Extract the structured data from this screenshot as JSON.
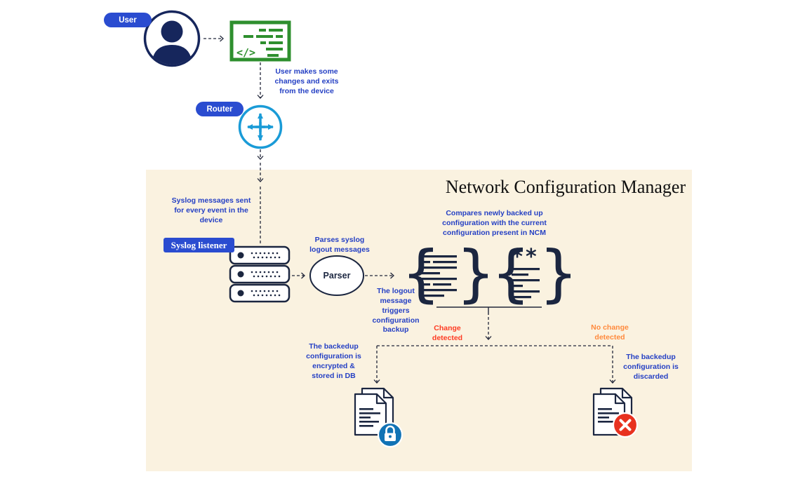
{
  "title": "Network Configuration Manager",
  "nodes": {
    "user": "User",
    "router": "Router",
    "syslog_listener": "Syslog listener",
    "parser": "Parser"
  },
  "annotations": {
    "user_changes": "User makes some changes and exits from the device",
    "syslog_messages": "Syslog messages sent for every event in the device",
    "parses_syslog": "Parses syslog logout messages",
    "compares": "Compares newly backed up configuration with the current configuration present in NCM",
    "logout_triggers": "The logout message triggers configuration backup",
    "change_detected": "Change detected",
    "no_change_detected": "No change detected",
    "encrypted_stored": "The backedup configuration is encrypted & stored in DB",
    "discarded": "The backedup configuration is discarded"
  },
  "glyphs": {
    "code": "</>",
    "diff_marks": "**"
  },
  "colors": {
    "badge_blue": "#2a4cd0",
    "annotation_blue": "#2540c4",
    "panel_beige": "#faf2e0",
    "icon_navy": "#1b2640",
    "change_detected_red": "#fe3b22",
    "no_change_orange": "#ff8a3d",
    "lock_badge_blue": "#1173b5",
    "error_badge_red": "#e8311f",
    "code_green": "#2e8f2e",
    "router_cyan": "#1a9bd7"
  }
}
